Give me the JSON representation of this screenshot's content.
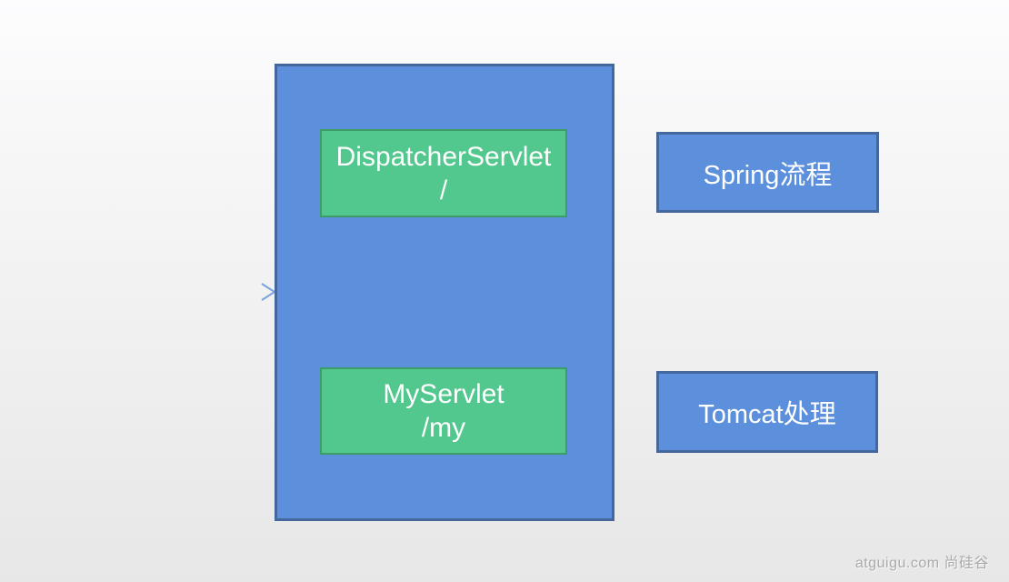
{
  "slide": {
    "background_top": "#fdfdfe",
    "background_bottom": "#e7e7e7"
  },
  "colors": {
    "blue_fill": "#5c90dd",
    "blue_border": "#44689d",
    "green_fill": "#52c78e",
    "green_border": "#3c9e66",
    "arrow_stroke": "#8fb2e4",
    "box_text": "#ffffff",
    "watermark_text": "#a9a9a9"
  },
  "diagram": {
    "dispatcher_servlet": {
      "line1": "DispatcherServlet",
      "line2": "/"
    },
    "my_servlet": {
      "line1": "MyServlet",
      "line2": "/my"
    },
    "spring_flow": {
      "label": "Spring流程"
    },
    "tomcat_handle": {
      "label": "Tomcat处理"
    }
  },
  "watermark": {
    "text": "atguigu.com 尚硅谷"
  }
}
